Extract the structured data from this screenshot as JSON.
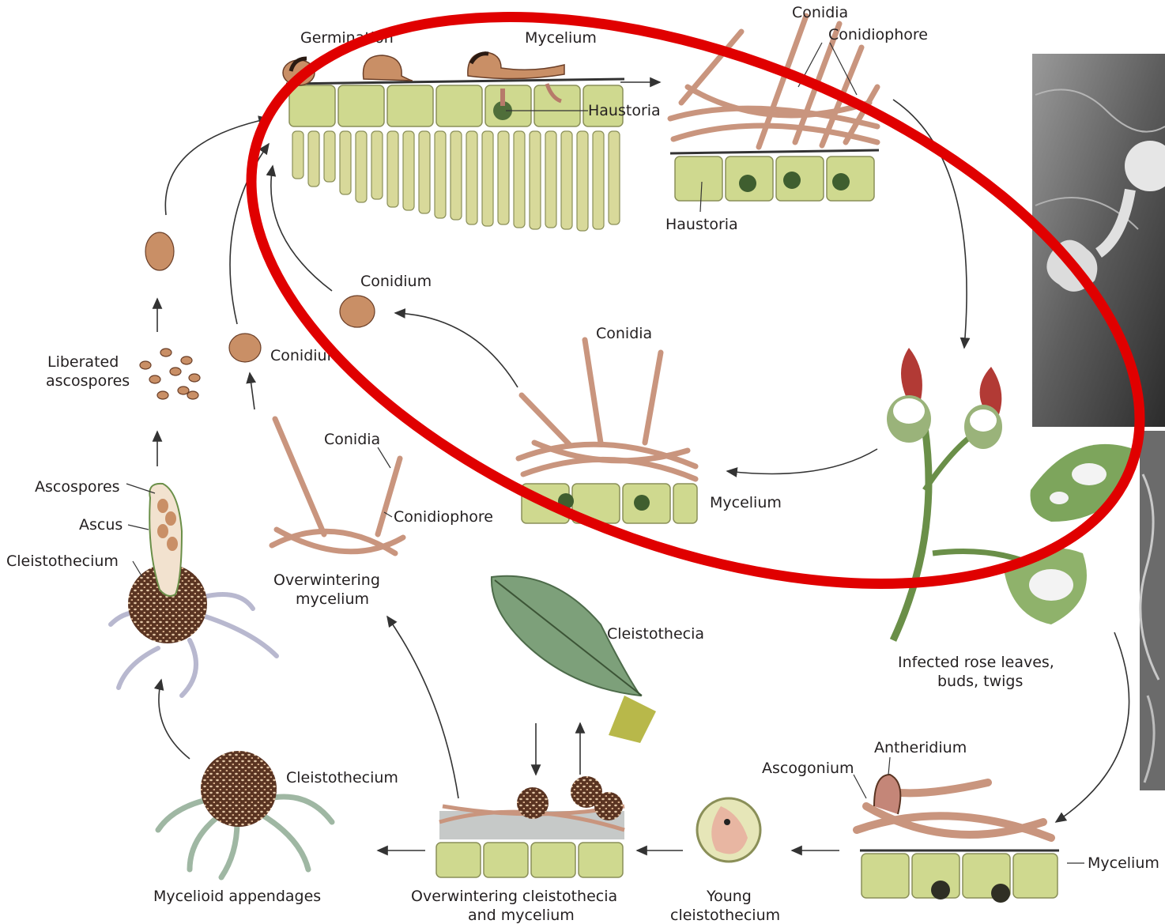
{
  "labels": {
    "germination": "Germination",
    "mycelium_top": "Mycelium",
    "haustoria_top": "Haustoria",
    "conidia_top": "Conidia",
    "conidiophore_top": "Conidiophore",
    "haustoria_mid": "Haustoria",
    "conidium_mid": "Conidium",
    "conidium_left": "Conidium",
    "conidia_mid": "Conidia",
    "mycelium_mid": "Mycelium",
    "liberated_1": "Liberated",
    "liberated_2": "ascospores",
    "ascospores": "Ascospores",
    "ascus": "Ascus",
    "cleistothecium_left": "Cleistothecium",
    "conidia_left": "Conidia",
    "conidiophore_left": "Conidiophore",
    "overwintering_myc_1": "Overwintering",
    "overwintering_myc_2": "mycelium",
    "cleistothecia_leaf": "Cleistothecia",
    "infected_1": "Infected rose leaves,",
    "infected_2": "buds, twigs",
    "antheridium": "Antheridium",
    "ascogonium": "Ascogonium",
    "mycelium_right": "Mycelium",
    "cleistothecium_bottom": "Cleistothecium",
    "mycelioid": "Mycelioid appendages",
    "overwintering_cl_1": "Overwintering cleistothecia",
    "overwintering_cl_2": "and mycelium",
    "young_1": "Young",
    "young_2": "cleistothecium"
  },
  "colors": {
    "highlight_ellipse": "#e00000",
    "cell_fill": "#cfd98f",
    "hypha_fill": "#e3b9a4",
    "spore_fill": "#c98f66",
    "cleistothecium_fill": "#5a3422",
    "rose_red": "#b23a35",
    "leaf_green": "#7da55c"
  }
}
